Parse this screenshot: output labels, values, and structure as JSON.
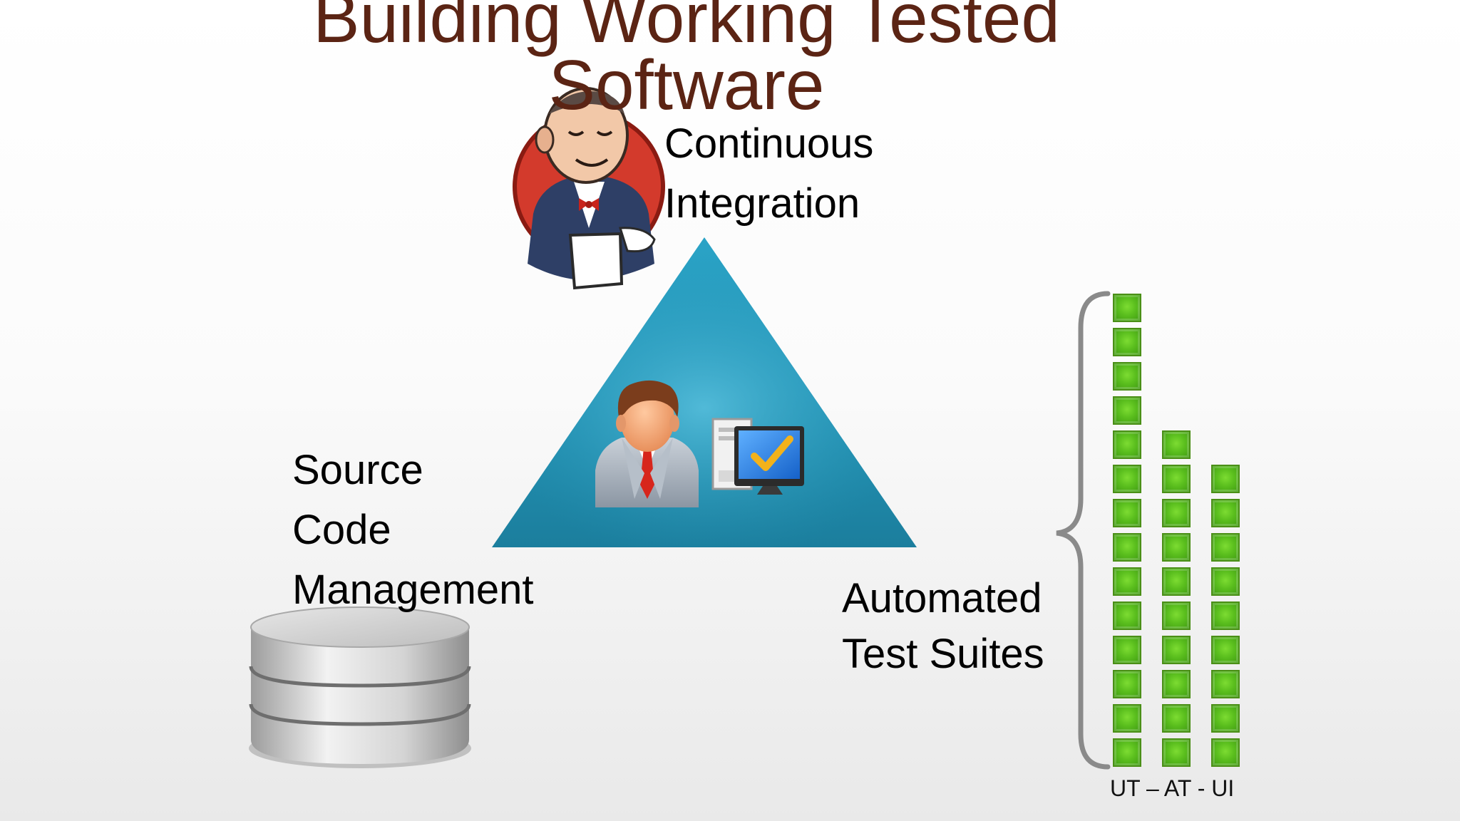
{
  "slide": {
    "title_lines": [
      "Building Working Tested",
      "Software"
    ],
    "continuous_integration": [
      "Continuous",
      "Integration"
    ],
    "source_code_management": [
      "Source",
      "Code",
      "Management"
    ],
    "automated_test_suites": [
      "Automated",
      "Test Suites"
    ],
    "test_caption": "UT – AT - UI"
  },
  "test_suites": {
    "columns": [
      {
        "suite": "UT",
        "squares": 14
      },
      {
        "suite": "AT",
        "squares": 10
      },
      {
        "suite": "UI",
        "squares": 9
      }
    ]
  },
  "colors": {
    "title": "#5b2414",
    "triangle": "#1f8fb0",
    "test_square": "#5bbf1e",
    "brace": "#8a8a8a"
  },
  "icons": {
    "ci_server": "butler-mascot-icon",
    "developer": "businessman-icon",
    "workstation": "computer-checkmark-icon",
    "repository": "database-stack-icon"
  }
}
